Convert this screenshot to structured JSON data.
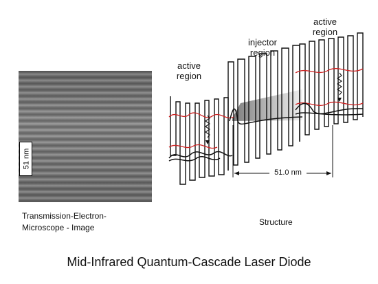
{
  "tem": {
    "scale_label": "51 nm",
    "caption": "Transmission-Electron-Microscope - Image"
  },
  "structure": {
    "label_active_left": "active region",
    "label_injector": "injector region",
    "label_active_right": "active region",
    "dimension_label": "51.0 nm",
    "caption": "Structure"
  },
  "footer": {
    "title": "Mid-Infrared Quantum-Cascade Laser Diode"
  },
  "colors": {
    "accent": "#cc2222",
    "line": "#111111"
  }
}
